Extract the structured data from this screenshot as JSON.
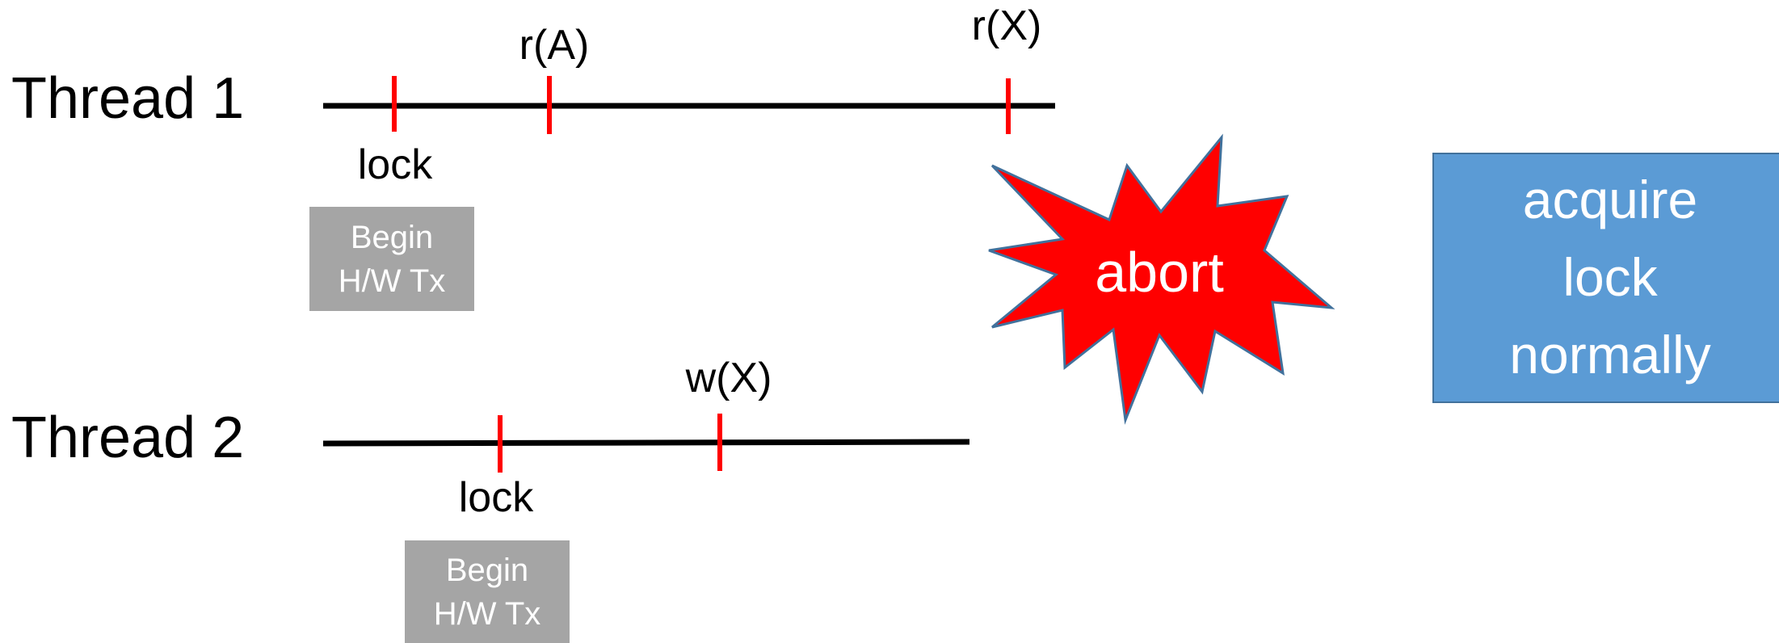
{
  "thread1": {
    "label": "Thread 1",
    "events": {
      "lock": "lock",
      "read_a": "r(A)",
      "read_x": "r(X)"
    },
    "tx_box": {
      "line1": "Begin",
      "line2": "H/W Tx"
    }
  },
  "thread2": {
    "label": "Thread 2",
    "events": {
      "lock": "lock",
      "write_x": "w(X)"
    },
    "tx_box": {
      "line1": "Begin",
      "line2": "H/W Tx"
    }
  },
  "abort": {
    "label": "abort"
  },
  "fallback": {
    "line1": "acquire",
    "line2": "lock",
    "line3": "normally"
  },
  "colors": {
    "timeline": "#000000",
    "tick": "#ff0000",
    "tx_box": "#a5a5a5",
    "starburst": "#ff0000",
    "starburst_outline": "#41719c",
    "fallback_box": "#5b9bd5"
  }
}
